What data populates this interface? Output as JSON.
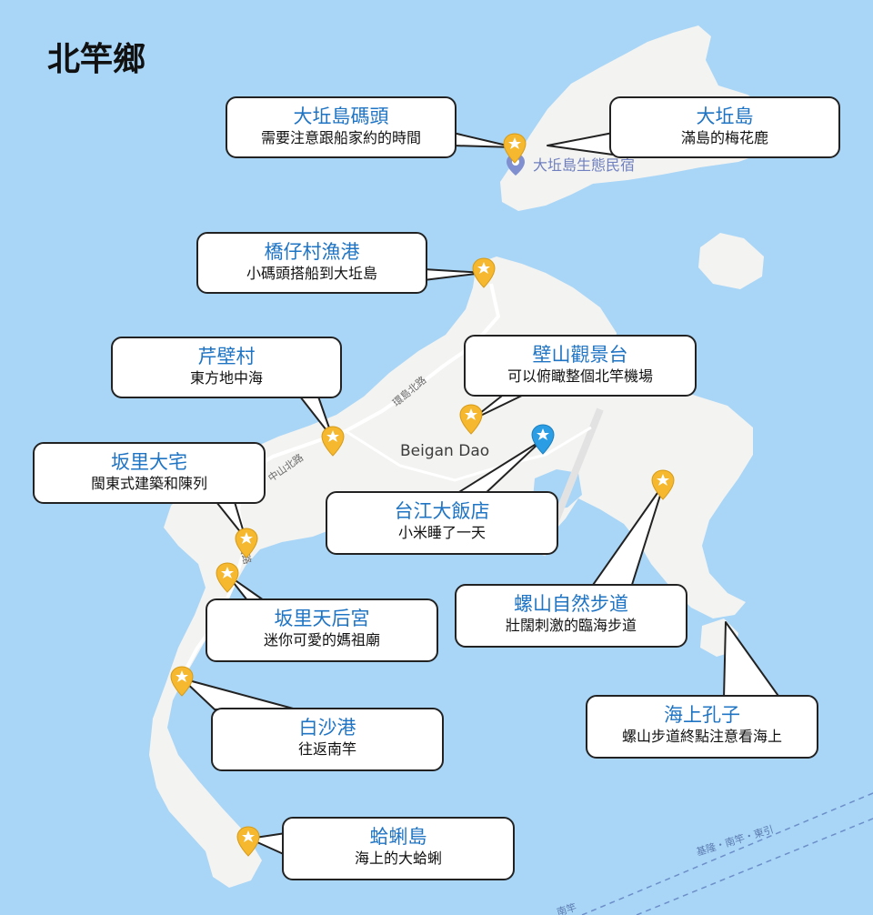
{
  "title": "北竿鄉",
  "map": {
    "place_name": "Beigan Dao",
    "poi_label": "大坵島生態民宿",
    "road_label_1": "環島北路",
    "road_label_2": "中山北路",
    "road_label_3": "中山路",
    "ferry_label_1": "基隆・南竿・東引",
    "ferry_label_2": "南竿"
  },
  "callouts": [
    {
      "id": "dagiu-pier",
      "title": "大坵島碼頭",
      "desc": "需要注意跟船家約的時間"
    },
    {
      "id": "dagiu-island",
      "title": "大坵島",
      "desc": "滿島的梅花鹿"
    },
    {
      "id": "qiaozai-harbor",
      "title": "橋仔村漁港",
      "desc": "小碼頭搭船到大坵島"
    },
    {
      "id": "qinbi-village",
      "title": "芹壁村",
      "desc": "東方地中海"
    },
    {
      "id": "bishan-lookout",
      "title": "壁山觀景台",
      "desc": "可以俯瞰整個北竿機場"
    },
    {
      "id": "banli-house",
      "title": "坂里大宅",
      "desc": "閩東式建築和陳列"
    },
    {
      "id": "taijiang-hotel",
      "title": "台江大飯店",
      "desc": "小米睡了一天"
    },
    {
      "id": "luoshan-trail",
      "title": "螺山自然步道",
      "desc": "壯闊刺激的臨海步道"
    },
    {
      "id": "banli-temple",
      "title": "坂里天后宮",
      "desc": "迷你可愛的媽祖廟"
    },
    {
      "id": "haishang-kongzi",
      "title": "海上孔子",
      "desc": "螺山步道終點注意看海上"
    },
    {
      "id": "baisha-port",
      "title": "白沙港",
      "desc": "往返南竿"
    },
    {
      "id": "gejie-island",
      "title": "蛤蜊島",
      "desc": "海上的大蛤蜊"
    }
  ],
  "colors": {
    "sea": "#a9d6f7",
    "land": "#f3f3f1",
    "marker_yellow": "#f5b82e",
    "marker_blue": "#2a9de4",
    "callout_title": "#1f74c4"
  }
}
